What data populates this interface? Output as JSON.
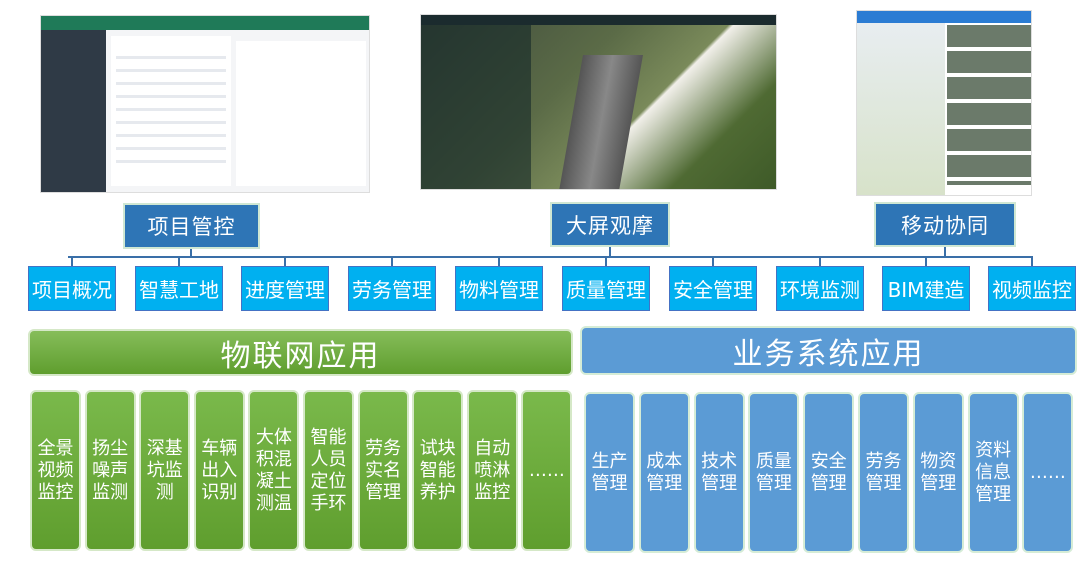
{
  "screenshots": [
    {
      "name": "项目管控"
    },
    {
      "name": "大屏观摩"
    },
    {
      "name": "移动协同"
    }
  ],
  "top_labels": [
    "项目管控",
    "大屏观摩",
    "移动协同"
  ],
  "modules": [
    "项目概况",
    "智慧工地",
    "进度管理",
    "劳务管理",
    "物料管理",
    "质量管理",
    "安全管理",
    "环境监测",
    "BIM建造",
    "视频监控"
  ],
  "iot": {
    "title": "物联网应用",
    "items": [
      "全景视频监控",
      "扬尘噪声监测",
      "深基坑监测",
      "车辆出入识别",
      "大体积混凝土测温",
      "智能人员定位手环",
      "劳务实名管理",
      "试块智能养护",
      "自动喷淋监控",
      "……"
    ]
  },
  "business": {
    "title": "业务系统应用",
    "items": [
      "生产管理",
      "成本管理",
      "技术管理",
      "质量管理",
      "安全管理",
      "劳务管理",
      "物资管理",
      "资料信息管理",
      "……"
    ]
  },
  "colors": {
    "dark_blue": "#2e75b6",
    "cyan": "#00b0f0",
    "green": "#70ad47",
    "blue": "#5b9bd5"
  }
}
